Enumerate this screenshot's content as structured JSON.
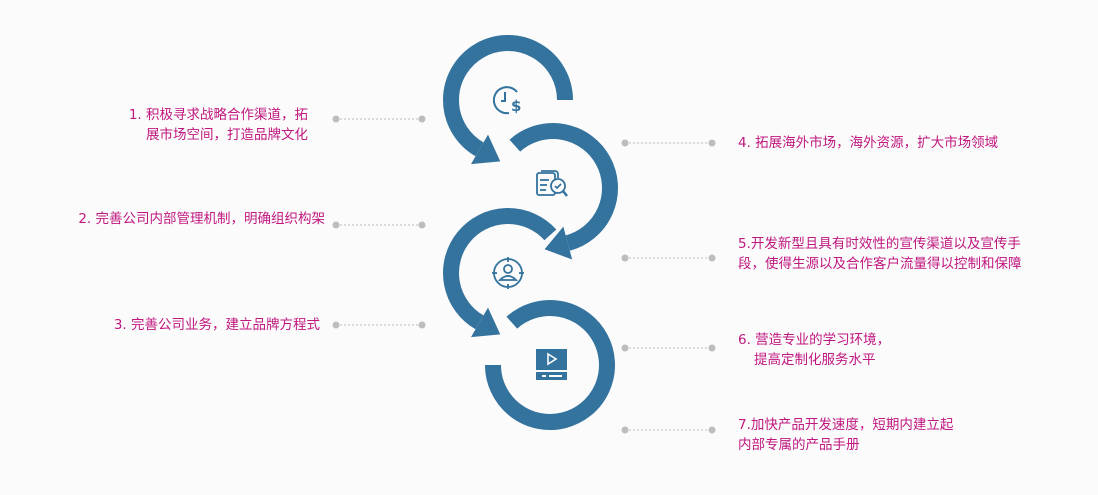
{
  "colors": {
    "ring": "#33739d",
    "text": "#c0177f",
    "connector": "#bdbdbd"
  },
  "steps": [
    {
      "icon": "clock-dollar-icon"
    },
    {
      "icon": "document-search-icon"
    },
    {
      "icon": "user-target-icon"
    },
    {
      "icon": "video-player-icon"
    }
  ],
  "left_items": [
    {
      "line1": "1. 积极寻求战略合作渠道，拓",
      "line2": "展市场空间，打造品牌文化"
    },
    {
      "line1": "2. 完善公司内部管理机制，明确组织构架"
    },
    {
      "line1": "3. 完善公司业务，建立品牌方程式"
    }
  ],
  "right_items": [
    {
      "line1": "4. 拓展海外市场，海外资源，扩大市场领域"
    },
    {
      "line1": "5.开发新型且具有时效性的宣传渠道以及宣传手",
      "line2": "段，使得生源以及合作客户流量得以控制和保障"
    },
    {
      "line1": "6. 营造专业的学习环境，",
      "line2": "提高定制化服务水平"
    },
    {
      "line1": "7.加快产品开发速度，短期内建立起",
      "line2": "内部专属的产品手册"
    }
  ]
}
